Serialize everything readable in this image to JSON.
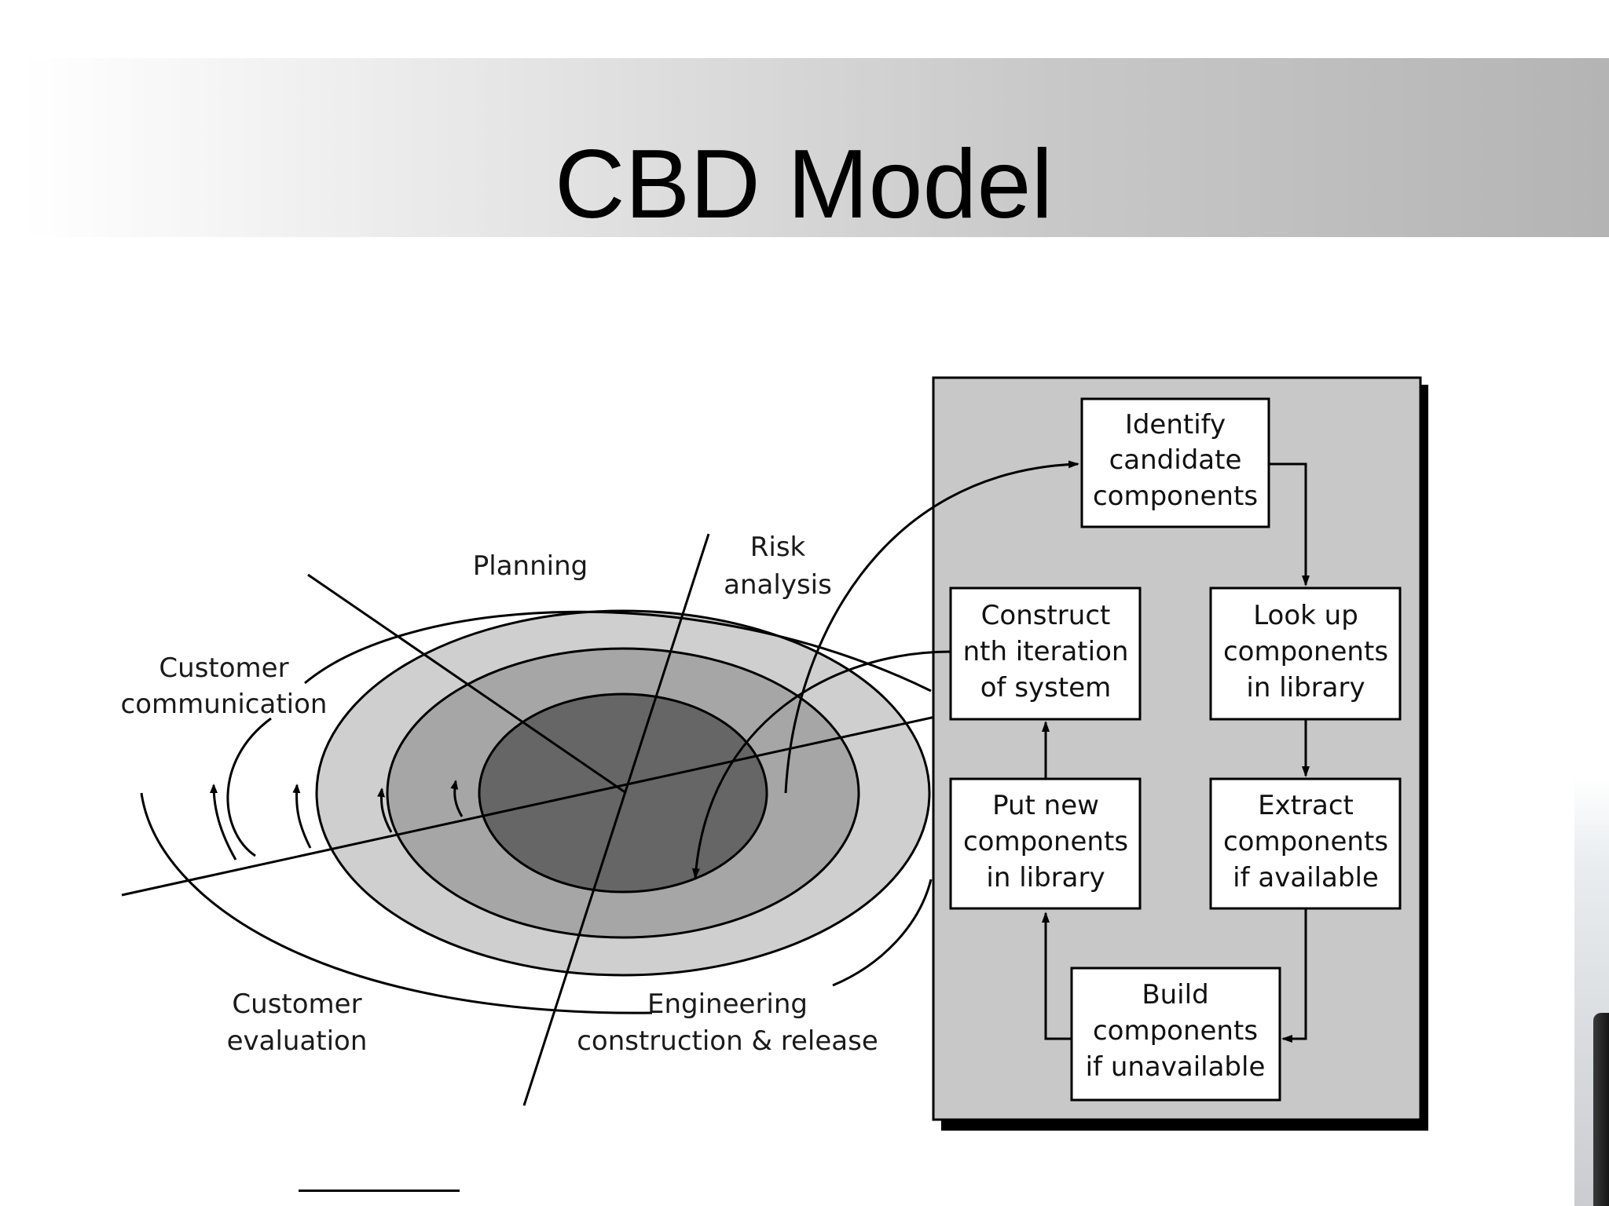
{
  "title": "CBD Model",
  "spiral": {
    "planning": "Planning",
    "risk_analysis": [
      "Risk",
      "analysis"
    ],
    "customer_communication": [
      "Customer",
      "communication"
    ],
    "customer_evaluation": [
      "Customer",
      "evaluation"
    ],
    "engineering": [
      "Engineering",
      "construction & release"
    ]
  },
  "boxes": {
    "identify": [
      "Identify",
      "candidate",
      "components"
    ],
    "lookup": [
      "Look up",
      "components",
      "in library"
    ],
    "extract": [
      "Extract",
      "components",
      "if available"
    ],
    "build": [
      "Build",
      "components",
      "if unavailable"
    ],
    "put_new": [
      "Put new",
      "components",
      "in library"
    ],
    "construct": [
      "Construct",
      "nth iteration",
      "of system"
    ]
  },
  "colors": {
    "ring_outer": "#cfcfcf",
    "ring_mid": "#a6a6a6",
    "ring_inner": "#8a8a8a",
    "core": "#666666",
    "panel": "#c8c8c8"
  }
}
